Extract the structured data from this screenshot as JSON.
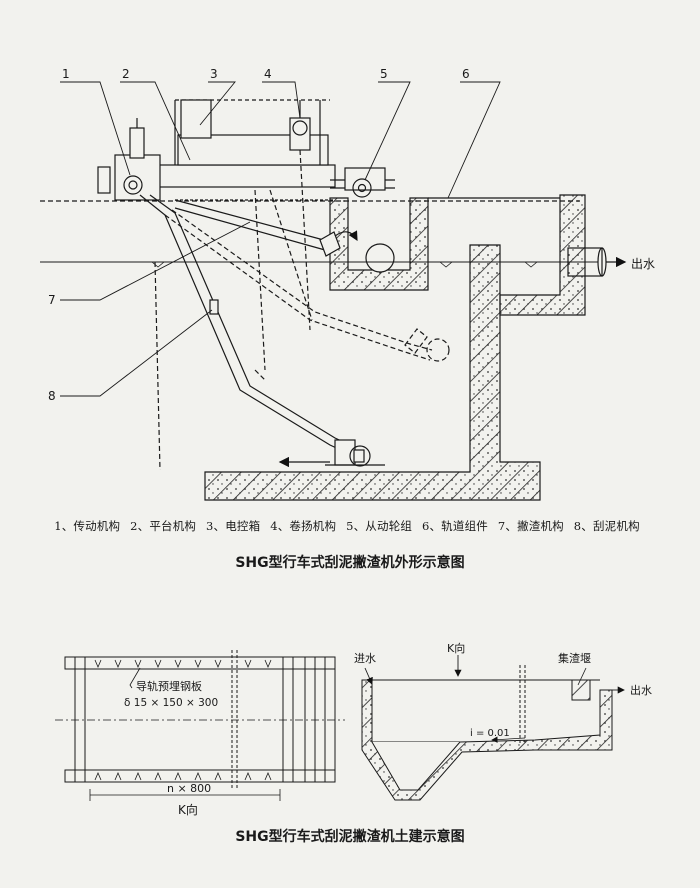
{
  "top_figure": {
    "callouts": [
      "1",
      "2",
      "3",
      "4",
      "5",
      "6",
      "7",
      "8"
    ],
    "outlet_label": "出水",
    "legend": [
      "1、传动机构",
      "2、平台机构",
      "3、电控箱",
      "4、卷扬机构",
      "5、从动轮组",
      "6、轨道组件",
      "7、撇渣机构",
      "8、刮泥机构"
    ],
    "caption": "SHG型行车式刮泥撇渣机外形示意图"
  },
  "bottom_figure": {
    "rail_note_line1": "导轨预埋钢板",
    "rail_note_line2": "δ 15 × 150 × 300",
    "spacing_label": "n × 800",
    "view_label_plan": "K向",
    "inlet_label": "进水",
    "view_label_section": "K向",
    "scum_weir_label": "集渣堰",
    "outlet_label": "出水",
    "slope_label": "i = 0.01",
    "caption": "SHG型行车式刮泥撇渣机土建示意图"
  }
}
